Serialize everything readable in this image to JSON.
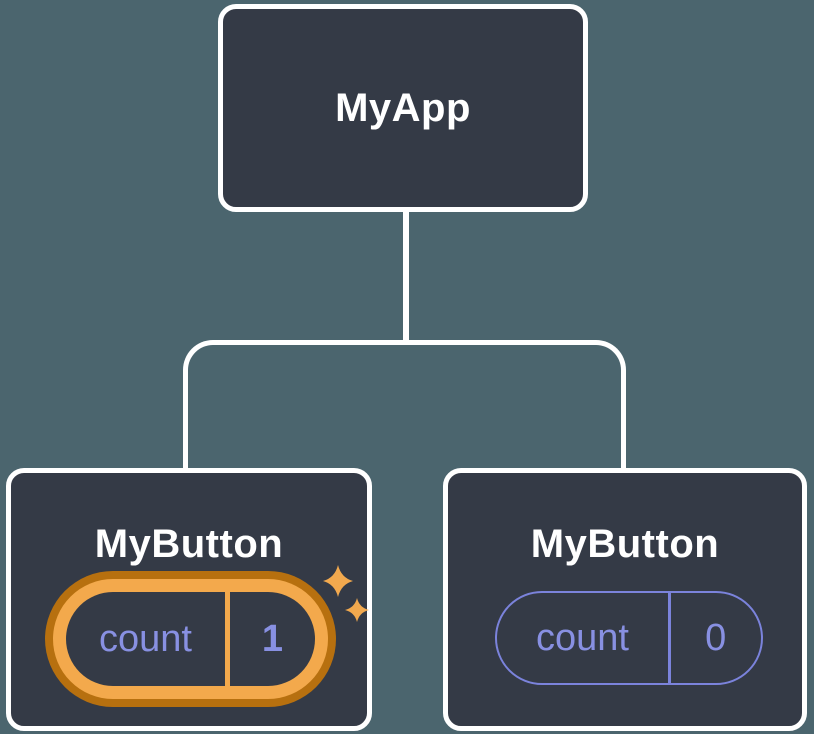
{
  "diagram": {
    "root": {
      "label": "MyApp"
    },
    "children": [
      {
        "label": "MyButton",
        "state": {
          "name": "count",
          "value": "1"
        },
        "highlighted": true
      },
      {
        "label": "MyButton",
        "state": {
          "name": "count",
          "value": "0"
        },
        "highlighted": false
      }
    ],
    "colors": {
      "background": "#4b656e",
      "node_background": "#343a46",
      "node_border": "#ffffff",
      "connector": "#ffffff",
      "state_text": "#8890e2",
      "pill_border": "#7b83dc",
      "highlight_ring": "#f3a94c",
      "highlight_ring_dark": "#b7700f",
      "sparkle": "#f2a94e"
    }
  }
}
